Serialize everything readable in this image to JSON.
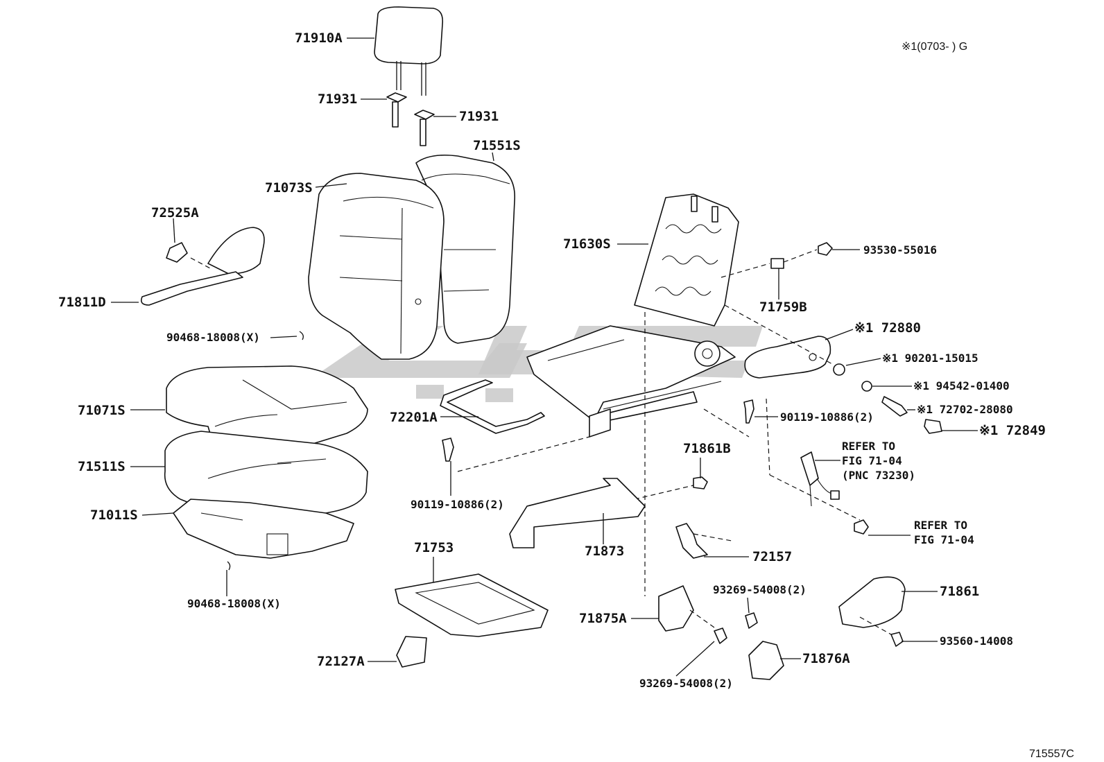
{
  "header_note": "※1(0703-      ) G",
  "footer_code": "715557C",
  "labels": {
    "p71910A": "71910A",
    "p71931a": "71931",
    "p71931b": "71931",
    "p71551S": "71551S",
    "p71073S": "71073S",
    "p72525A": "72525A",
    "p71811D": "71811D",
    "p90468a": "90468-18008(X)",
    "p71071S": "71071S",
    "p71511S": "71511S",
    "p71011S": "71011S",
    "p90468b": "90468-18008(X)",
    "p72201A": "72201A",
    "p71630S": "71630S",
    "p93530": "93530-55016",
    "p71759B": "71759B",
    "p72880": "※1 72880",
    "p90201": "※1 90201-15015",
    "p94542": "※1 94542-01400",
    "p72702": "※1 72702-28080",
    "p72849": "※1 72849",
    "p90119a": "90119-10886(2)",
    "p90119b": "90119-10886(2)",
    "p71861B": "71861B",
    "refer1_line1": "REFER TO",
    "refer1_line2": "FIG 71-04",
    "refer1_line3": "(PNC 73230)",
    "refer2_line1": "REFER TO",
    "refer2_line2": "FIG 71-04",
    "p71753": "71753",
    "p71873": "71873",
    "p72157": "72157",
    "p93269a": "93269-54008(2)",
    "p71861": "71861",
    "p71875A": "71875A",
    "p71876A": "71876A",
    "p93560": "93560-14008",
    "p72127A": "72127A",
    "p93269b": "93269-54008(2)"
  },
  "colors": {
    "ink": "#111111",
    "watermark": "#c9c9c9",
    "background": "#ffffff"
  }
}
